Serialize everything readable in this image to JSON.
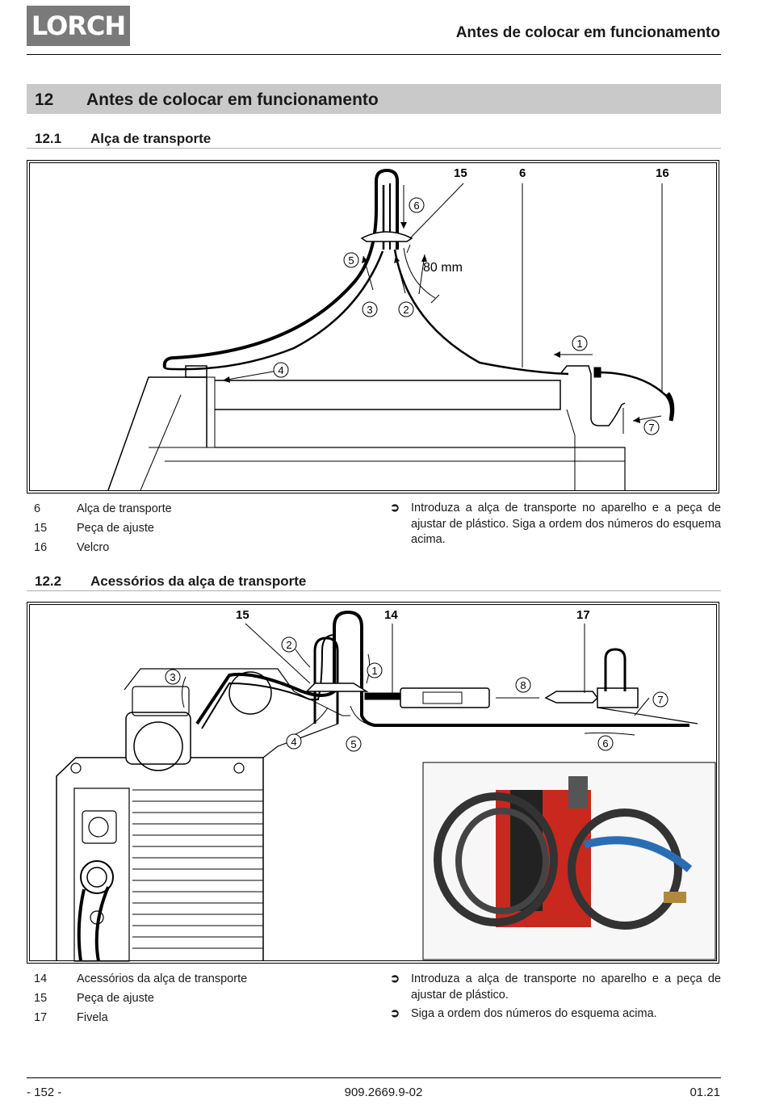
{
  "header": {
    "logo": "LORCH",
    "running_title": "Antes de colocar em funcionamento"
  },
  "chapter": {
    "number": "12",
    "title": "Antes de colocar em funcionamento"
  },
  "section1": {
    "number": "12.1",
    "title": "Alça de transporte",
    "figure": {
      "callouts": [
        "15",
        "6",
        "16"
      ],
      "steps": [
        "1",
        "2",
        "3",
        "4",
        "5",
        "6",
        "7"
      ],
      "dimension": "80 mm"
    },
    "legend": [
      {
        "num": "6",
        "text": "Alça de transporte"
      },
      {
        "num": "15",
        "text": "Peça de ajuste"
      },
      {
        "num": "16",
        "text": "Velcro"
      }
    ],
    "instructions": [
      "Introduza a alça de transporte no aparelho e a peça de ajustar de plástico. Siga a ordem dos números do esquema acima."
    ]
  },
  "section2": {
    "number": "12.2",
    "title": "Acessórios da alça de transporte",
    "figure": {
      "callouts": [
        "15",
        "14",
        "17"
      ],
      "steps": [
        "1",
        "2",
        "3",
        "4",
        "5",
        "6",
        "7",
        "8"
      ]
    },
    "legend": [
      {
        "num": "14",
        "text": "Acessórios da alça de transporte"
      },
      {
        "num": "15",
        "text": "Peça de ajuste"
      },
      {
        "num": "17",
        "text": "Fivela"
      }
    ],
    "instructions": [
      "Introduza a alça de transporte no aparelho e a peça de ajustar de plástico.",
      "Siga a ordem dos números do esquema acima."
    ]
  },
  "instruction_icon": "arrow-right-icon",
  "footer": {
    "page": "- 152 -",
    "doc_number": "909.2669.9-02",
    "date": "01.21"
  }
}
